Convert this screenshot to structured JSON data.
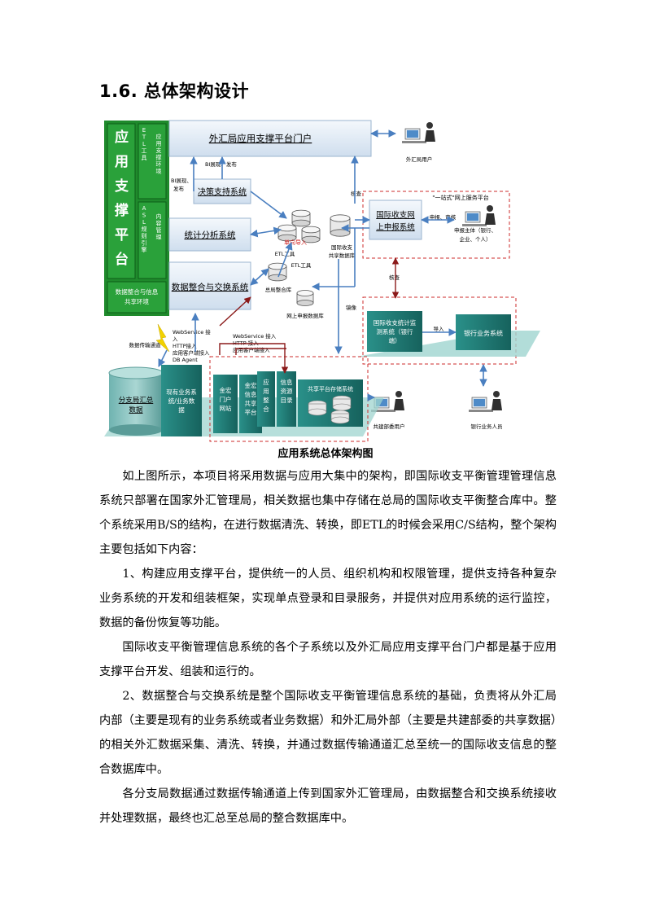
{
  "heading": "1.6. 总体架构设计",
  "diagram": {
    "platform_title": [
      "应",
      "用",
      "支",
      "撑",
      "平",
      "台"
    ],
    "platform_cells": [
      [
        "ETL工具",
        "应用支撑环境"
      ],
      [
        "ASL规则引擎",
        "内容管理"
      ]
    ],
    "platform_bottom": [
      "数据整合与信息",
      "共享环境"
    ],
    "portal": "外汇局应用支撑平台门户",
    "decision": "决策支持系统",
    "stats": "统计分析系统",
    "integration": "数据整合与交换系统",
    "intl_online": [
      "国际收支网",
      "上申报系统"
    ],
    "intl_monitor": [
      "国际收支统计监",
      "测系统（银行",
      "端）"
    ],
    "bank_system": "银行业务系统",
    "branch_db": [
      "分支局汇总",
      "数据"
    ],
    "existing_db": [
      "现有业务系",
      "统/业务数",
      "据"
    ],
    "gold_portal": [
      "金宏",
      "门户",
      "网站"
    ],
    "gold_info": [
      "金宏",
      "信息",
      "共享",
      "平台"
    ],
    "app_int": [
      "应",
      "用",
      "整",
      "合"
    ],
    "info_catalog": [
      "信息",
      "资源",
      "目录"
    ],
    "shared_store": "共享平台存储系统",
    "labels": {
      "bi_publish_1": "BI展现、发布",
      "bi_publish_2": [
        "BI展现、",
        "发布"
      ],
      "check_1": "核查",
      "check_2": "核查",
      "etl_1": "ETL工具",
      "etl_2": "ETL工具",
      "intl_share_db": [
        "国际收支",
        "共享数据库"
      ],
      "total_db": "总局整合库",
      "online_db": "网上申报数据库",
      "mirror": "镜像",
      "submit_review": "申报、审核",
      "one_stop": "\"一站式\"网上服务平台",
      "subject": [
        "申报主体（银行、",
        "企业、个人）"
      ],
      "fx_user": "外汇局用户",
      "bank_staff": "银行业务人员",
      "gov_user": "共建部委用户",
      "import": "导入",
      "channel": "数据传输通道",
      "ws_left": [
        "WebService 接",
        "入",
        "HTTP接入",
        "应用客户端接入",
        "DB Agent"
      ],
      "ws_mid": [
        "WebService 接入",
        "HTTP 接入",
        "应用客户端接入"
      ],
      "stamp": "单向导入"
    }
  },
  "caption": "应用系统总体架构图",
  "paragraphs": [
    "如上图所示，本项目将采用数据与应用大集中的架构，即国际收支平衡管理管理信息系统只部署在国家外汇管理局，相关数据也集中存储在总局的国际收支平衡整合库中。整个系统采用B/S的结构，在进行数据清洗、转换，即ETL的时候会采用C/S结构，整个架构主要包括如下内容：",
    "1、构建应用支撑平台，提供统一的人员、组织机构和权限管理，提供支持各种复杂业务系统的开发和组装框架，实现单点登录和目录服务，并提供对应用系统的运行监控，数据的备份恢复等功能。",
    "国际收支平衡管理信息系统的各个子系统以及外汇局应用支撑平台门户都是基于应用支撑平台开发、组装和运行的。",
    "2、数据整合与交换系统是整个国际收支平衡管理信息系统的基础，负责将从外汇局内部（主要是现有的业务系统或者业务数据）和外汇局外部（主要是共建部委的共享数据）的相关外汇数据采集、清洗、转换，并通过数据传输通道汇总至统一的国际收支信息的整合数据库中。",
    "各分支局数据通过数据传输通道上传到国家外汇管理局，由数据整合和交换系统接收并处理数据，最终也汇总至总局的整合数据库中。"
  ],
  "colors": {
    "platform_green": "#1f8a2c",
    "box_blue": "#e2ecf6",
    "teal": "#1f7f78",
    "arrow_blue": "#4a7fc0",
    "dash_red": "#cc2b2b"
  }
}
